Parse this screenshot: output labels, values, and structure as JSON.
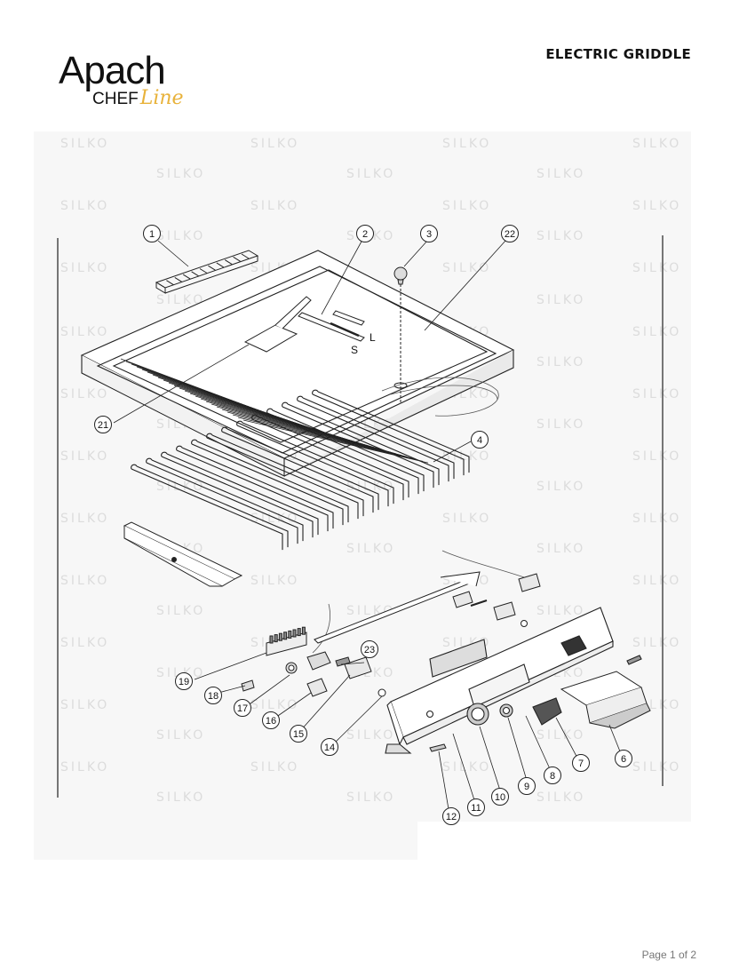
{
  "header": {
    "brand": "Apach",
    "brand_sub": "CHEF",
    "brand_script": "Line",
    "title": "ELECTRIC GRIDDLE"
  },
  "watermark": "SILKO",
  "diagram": {
    "labels": {
      "L": "L",
      "S": "S"
    },
    "callouts": [
      "1",
      "2",
      "3",
      "4",
      "6",
      "7",
      "8",
      "9",
      "10",
      "11",
      "12",
      "14",
      "15",
      "16",
      "17",
      "18",
      "19",
      "21",
      "22",
      "23"
    ]
  },
  "footer": {
    "page": "Page 1 of 2"
  },
  "colors": {
    "brand_accent": "#e8b23a",
    "line": "#222222",
    "watermark": "#dcdcdc"
  }
}
